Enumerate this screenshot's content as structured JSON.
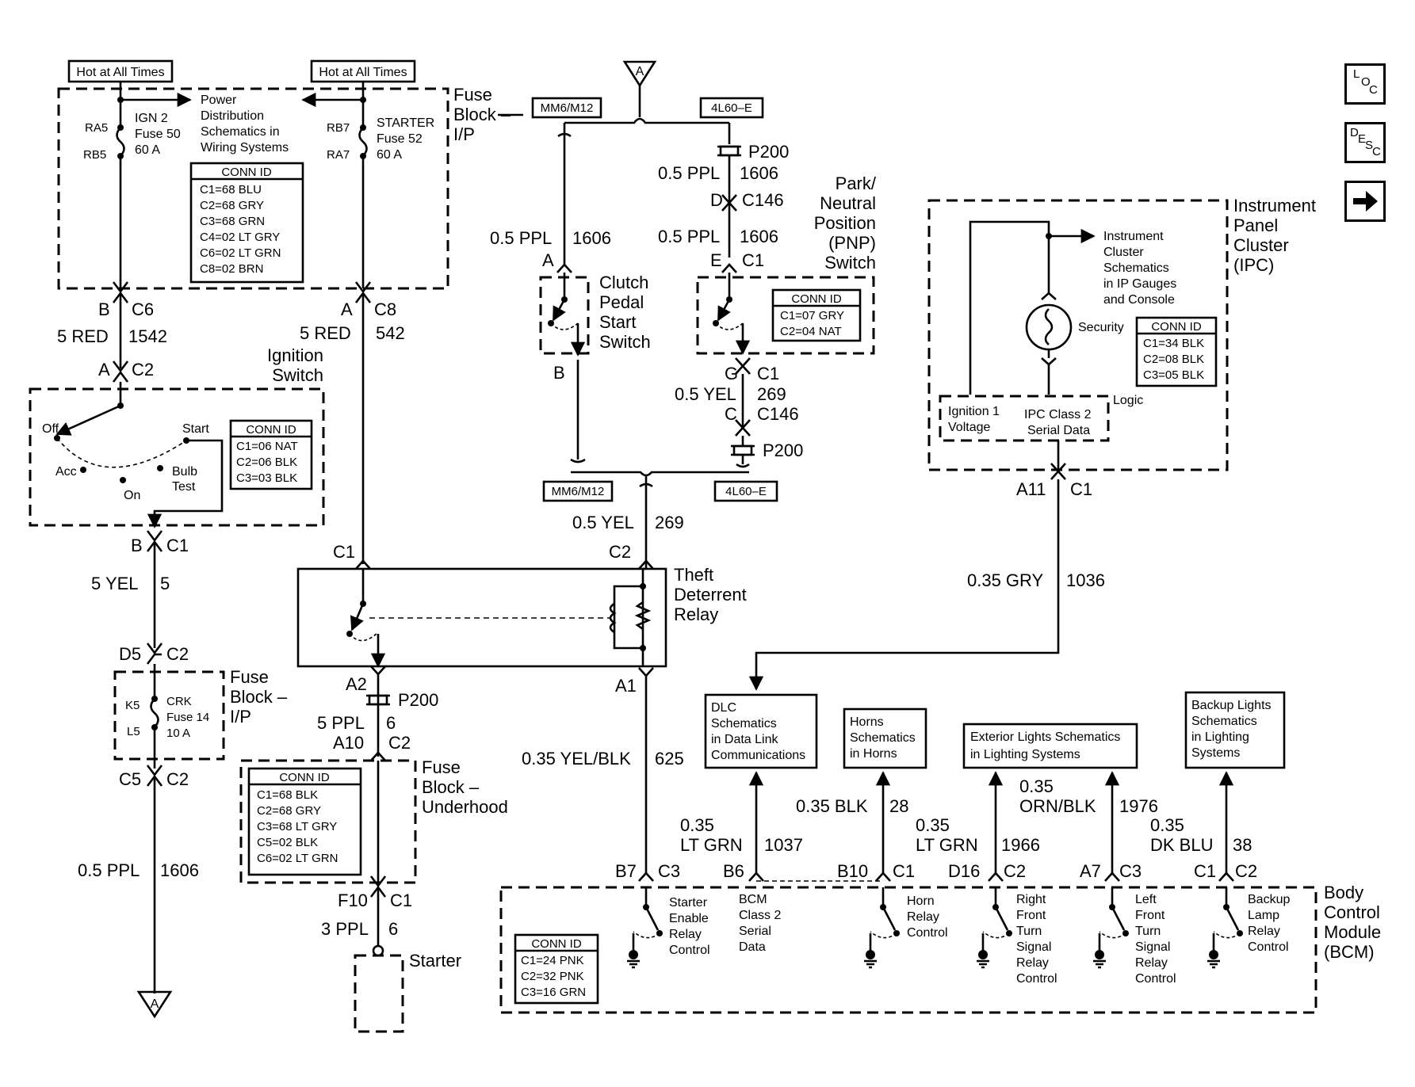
{
  "top_tags": {
    "left": "Hot at All Times",
    "right": "Hot at All Times"
  },
  "fuse_block_ip": {
    "title": [
      "Fuse",
      "Block –",
      "I/P"
    ],
    "ra5": "RA5",
    "rb5": "RB5",
    "rb7": "RB7",
    "ra7": "RA7",
    "ign2": [
      "IGN 2",
      "Fuse 50",
      "60 A"
    ],
    "starter_fuse": [
      "STARTER",
      "Fuse 52",
      "60 A"
    ],
    "power_dist": [
      "Power",
      "Distribution",
      "Schematics in",
      "Wiring Systems"
    ],
    "conn_title": "CONN ID",
    "conn": [
      "C1=68 BLU",
      "C2=68 GRY",
      "C3=68 GRN",
      "C4=02 LT GRY",
      "C6=02 LT GRN",
      "C8=02 BRN"
    ]
  },
  "left_chain": {
    "b": "B",
    "c6": "C6",
    "wire1": "5 RED",
    "ckt1": "1542",
    "a": "A",
    "c2": "C2",
    "b2": "B",
    "c1": "C1",
    "wire2": "5 YEL",
    "ckt2": "5",
    "d5": "D5",
    "c2b": "C2",
    "c5": "C5",
    "c2c": "C2",
    "wire3": "0.5 PPL",
    "ckt3": "1606"
  },
  "ignition_switch": {
    "title": [
      "Ignition",
      "Switch"
    ],
    "off": "Off",
    "start": "Start",
    "acc": "Acc",
    "on": "On",
    "bulb": [
      "Bulb",
      "Test"
    ],
    "conn_title": "CONN ID",
    "conn": [
      "C1=06 NAT",
      "C2=06 BLK",
      "C3=03 BLK"
    ]
  },
  "crk_fuse": {
    "title": [
      "Fuse",
      "Block –",
      "I/P"
    ],
    "k5": "K5",
    "l5": "L5",
    "lines": [
      "CRK",
      "Fuse 14",
      "10 A"
    ]
  },
  "center_chain": {
    "a": "A",
    "c8": "C8",
    "wire1": "5 RED",
    "ckt1": "542",
    "c1": "C1",
    "a2": "A2",
    "p200": "P200",
    "wire2": "5 PPL",
    "ckt2": "6",
    "a10": "A10",
    "c2": "C2",
    "f10": "F10",
    "c1b": "C1",
    "wire3": "3 PPL",
    "ckt3": "6",
    "starter": "Starter"
  },
  "fuse_block_underhood": {
    "title": [
      "Fuse",
      "Block –",
      "Underhood"
    ],
    "conn_title": "CONN ID",
    "conn": [
      "C1=68 BLK",
      "C2=68 GRY",
      "C3=68 LT GRY",
      "C5=02 BLK",
      "C6=02 LT GRN"
    ]
  },
  "theft_relay": {
    "title": [
      "Theft",
      "Deterrent",
      "Relay"
    ],
    "c2": "C2",
    "a1": "A1"
  },
  "transmission": {
    "off_page": "A",
    "mm6_top": "MM6/M12",
    "l60_top": "4L60–E",
    "mm6_bot": "MM6/M12",
    "l60_bot": "4L60–E",
    "p200a": "P200",
    "wire_a": "0.5 PPL",
    "ckt_a": "1606",
    "d": "D",
    "c146": "C146",
    "wire_b": "0.5 PPL",
    "ckt_b": "1606",
    "wire_c": "0.5 PPL",
    "ckt_c": "1606",
    "a": "A",
    "e": "E",
    "c1": "C1",
    "b": "B",
    "g": "G",
    "c1b": "C1",
    "wire_d": "0.5 YEL",
    "ckt_d": "269",
    "c": "C",
    "c146b": "C146",
    "p200b": "P200",
    "wire_e": "0.5 YEL",
    "ckt_e": "269"
  },
  "clutch_switch": {
    "title": [
      "Clutch",
      "Pedal",
      "Start",
      "Switch"
    ]
  },
  "pnp_switch": {
    "title": [
      "Park/",
      "Neutral",
      "Position",
      "(PNP)",
      "Switch"
    ],
    "conn_title": "CONN ID",
    "conn": [
      "C1=07 GRY",
      "C2=04 NAT"
    ]
  },
  "ipc": {
    "title": [
      "Instrument",
      "Panel",
      "Cluster",
      "(IPC)"
    ],
    "ref": [
      "Instrument",
      "Cluster",
      "Schematics",
      "in IP Gauges",
      "and Console"
    ],
    "security": "Security",
    "logic": "Logic",
    "ign_voltage": [
      "Ignition 1",
      "Voltage"
    ],
    "serial": [
      "IPC Class 2",
      "Serial Data"
    ],
    "conn_title": "CONN ID",
    "conn": [
      "C1=34 BLK",
      "C2=08 BLK",
      "C3=05 BLK"
    ],
    "a11": "A11",
    "c1": "C1",
    "wire": "0.35 GRY",
    "ckt": "1036"
  },
  "refs": {
    "dlc": [
      "DLC",
      "Schematics",
      "in Data Link",
      "Communications"
    ],
    "horns": [
      "Horns",
      "Schematics",
      "in Horns"
    ],
    "exterior": [
      "Exterior Lights Schematics",
      "in Lighting Systems"
    ],
    "backup": [
      "Backup Lights",
      "Schematics",
      "in Lighting",
      "Systems"
    ]
  },
  "bcm_wires": {
    "w625": "0.35 YEL/BLK",
    "c625": "625",
    "w1037a": "0.35",
    "w1037b": "LT GRN",
    "c1037": "1037",
    "w28": "0.35 BLK",
    "c28": "28",
    "w1966a": "0.35",
    "w1966b": "LT GRN",
    "c1966": "1966",
    "w1976a": "0.35",
    "w1976b": "ORN/BLK",
    "c1976": "1976",
    "w38a": "0.35",
    "w38b": "DK BLU",
    "c38": "38"
  },
  "bcm": {
    "title": [
      "Body",
      "Control",
      "Module",
      "(BCM)"
    ],
    "pins": {
      "b7": "B7",
      "c3": "C3",
      "b6": "B6",
      "b10": "B10",
      "c1": "C1",
      "d16": "D16",
      "c2": "C2",
      "a7": "A7",
      "c3b": "C3",
      "c1b": "C1",
      "c2b": "C2"
    },
    "starter_enable": [
      "Starter",
      "Enable",
      "Relay",
      "Control"
    ],
    "serial": [
      "BCM",
      "Class 2",
      "Serial",
      "Data"
    ],
    "horn": [
      "Horn",
      "Relay",
      "Control"
    ],
    "rf_turn": [
      "Right",
      "Front",
      "Turn",
      "Signal",
      "Relay",
      "Control"
    ],
    "lf_turn": [
      "Left",
      "Front",
      "Turn",
      "Signal",
      "Relay",
      "Control"
    ],
    "backup": [
      "Backup",
      "Lamp",
      "Relay",
      "Control"
    ],
    "conn_title": "CONN ID",
    "conn": [
      "C1=24 PNK",
      "C2=32 PNK",
      "C3=16 GRN"
    ]
  },
  "bottom_offpage": "A",
  "nav": {
    "loc": [
      "L",
      "O",
      "C"
    ],
    "desc": [
      "D",
      "E",
      "S",
      "C"
    ]
  }
}
